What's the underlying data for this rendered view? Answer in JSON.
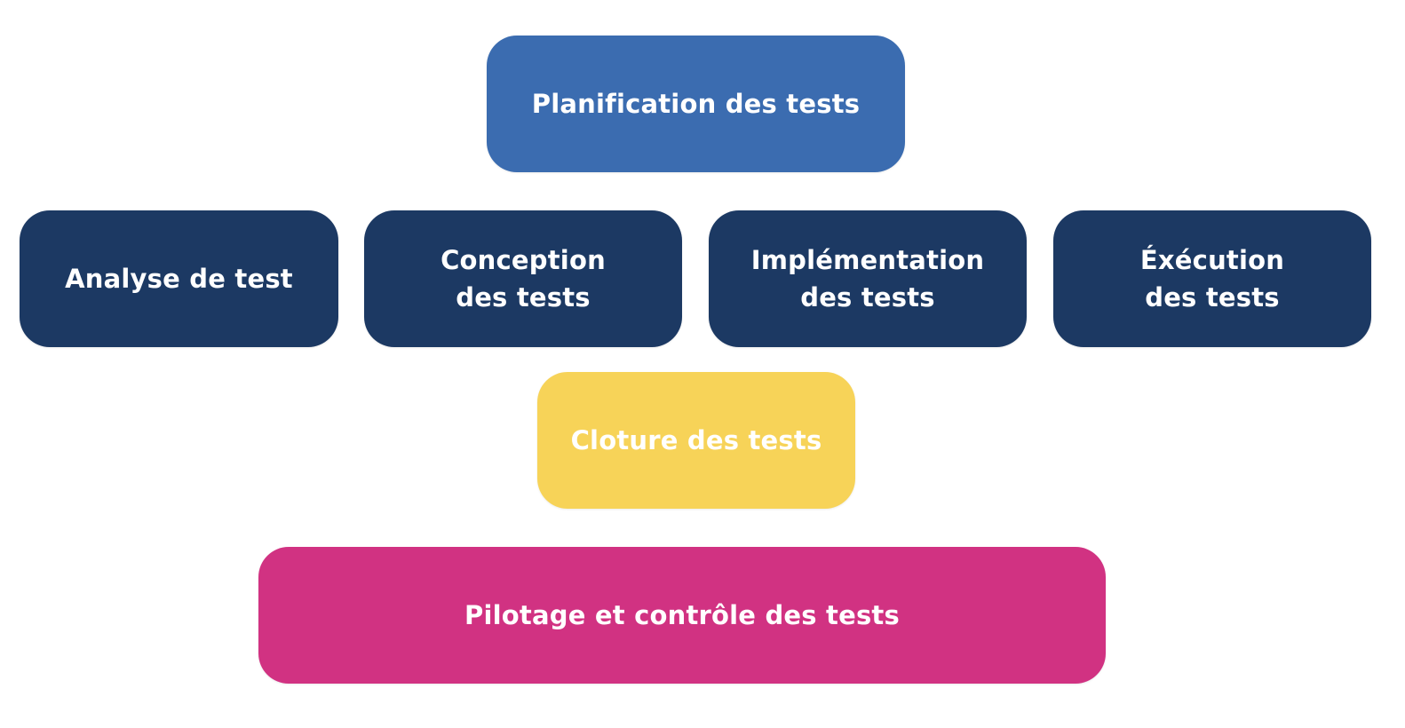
{
  "colors": {
    "planning": "#3B6CB0",
    "activity": "#1C3963",
    "closure": "#F7D358",
    "control": "#D13282",
    "text": "#FFFFFF"
  },
  "boxes": {
    "planning": "Planification des tests",
    "analysis": "Analyse de test",
    "design": "Conception\ndes tests",
    "implementation": "Implémentation\ndes tests",
    "execution": "Éxécution\ndes tests",
    "closure": "Cloture des tests",
    "control": "Pilotage et contrôle des tests"
  }
}
